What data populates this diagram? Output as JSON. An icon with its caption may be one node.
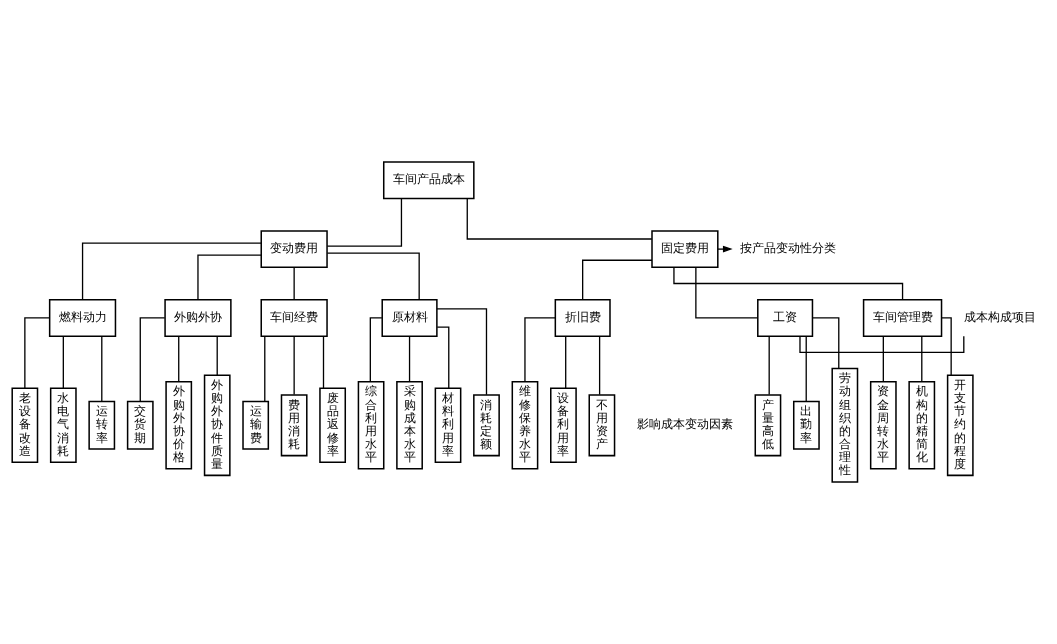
{
  "diagram": {
    "nodes": [
      {
        "text": [
          "车间产品成本"
        ]
      },
      {
        "text": [
          "按产品变动性分类"
        ]
      },
      {
        "text": [
          "固定费用"
        ]
      },
      {
        "text": [
          "变动费用"
        ]
      },
      {
        "text": [
          "成本构成项目"
        ]
      },
      {
        "text": [
          "工资"
        ]
      },
      {
        "text": [
          "车间管理费"
        ]
      },
      {
        "text": [
          "折旧费"
        ]
      },
      {
        "text": [
          "原材料"
        ]
      },
      {
        "text": [
          "燃料动力"
        ]
      },
      {
        "text": [
          "外购外协"
        ]
      },
      {
        "text": [
          "车间经费"
        ]
      },
      {
        "text": [
          "产量高低"
        ]
      },
      {
        "text": [
          "劳动组织的合理性"
        ]
      },
      {
        "text": [
          "出勤率"
        ]
      },
      {
        "text": [
          "机构的精简化"
        ]
      },
      {
        "text": [
          "开支节约的程度"
        ]
      },
      {
        "text": [
          "资金周转水平"
        ]
      },
      {
        "text": [
          "维修保养水平"
        ]
      },
      {
        "text": [
          "设备利用率"
        ]
      },
      {
        "text": [
          "不用资产"
        ]
      },
      {
        "text": [
          "采购成本水平"
        ]
      },
      {
        "text": [
          "材料利用率"
        ]
      },
      {
        "text": [
          "消耗定额"
        ]
      },
      {
        "text": [
          "综合利用水平"
        ]
      },
      {
        "text": [
          "水电气消耗"
        ]
      },
      {
        "text": [
          "运转率"
        ]
      },
      {
        "text": [
          "老设备改造"
        ]
      },
      {
        "text": [
          "外购外协价格"
        ]
      },
      {
        "text": [
          "外购外协件质量"
        ]
      },
      {
        "text": [
          "交货期"
        ]
      },
      {
        "text": [
          "费用消耗"
        ]
      },
      {
        "text": [
          "废品返修率"
        ]
      },
      {
        "text": [
          "运输费"
        ]
      }
    ],
    "edges": [
      {
        "from": 0,
        "to": 2,
        "arrow": "none"
      },
      {
        "from": 0,
        "to": 3,
        "arrow": "none"
      },
      {
        "from": 2,
        "to": 1,
        "arrow": "to"
      },
      {
        "from": 2,
        "to": 5,
        "arrow": "none"
      },
      {
        "from": 2,
        "to": 6,
        "arrow": "none"
      },
      {
        "from": 2,
        "to": 7,
        "arrow": "none"
      },
      {
        "from": 3,
        "to": 8,
        "arrow": "none"
      },
      {
        "from": 3,
        "to": 9,
        "arrow": "none"
      },
      {
        "from": 3,
        "to": 10,
        "arrow": "none"
      },
      {
        "from": 3,
        "to": 11,
        "arrow": "none"
      },
      {
        "from": 4,
        "to": 5,
        "arrow": "none"
      },
      {
        "from": 5,
        "to": 12,
        "arrow": "none"
      },
      {
        "from": 5,
        "to": 13,
        "arrow": "none"
      },
      {
        "from": 5,
        "to": 14,
        "arrow": "none"
      },
      {
        "from": 6,
        "to": 15,
        "arrow": "none"
      },
      {
        "from": 6,
        "to": 16,
        "arrow": "none"
      },
      {
        "from": 6,
        "to": 17,
        "arrow": "none"
      },
      {
        "from": 7,
        "to": 18,
        "arrow": "none"
      },
      {
        "from": 7,
        "to": 19,
        "arrow": "none"
      },
      {
        "from": 7,
        "to": 20,
        "arrow": "none"
      },
      {
        "from": 8,
        "to": 21,
        "arrow": "none"
      },
      {
        "from": 8,
        "to": 22,
        "arrow": "none"
      },
      {
        "from": 8,
        "to": 23,
        "arrow": "none"
      },
      {
        "from": 8,
        "to": 24,
        "arrow": "none"
      },
      {
        "from": 9,
        "to": 25,
        "arrow": "none"
      },
      {
        "from": 9,
        "to": 26,
        "arrow": "none"
      },
      {
        "from": 9,
        "to": 27,
        "arrow": "none"
      },
      {
        "from": 10,
        "to": 28,
        "arrow": "none"
      },
      {
        "from": 10,
        "to": 29,
        "arrow": "none"
      },
      {
        "from": 10,
        "to": 30,
        "arrow": "none"
      },
      {
        "from": 11,
        "to": 31,
        "arrow": "none"
      },
      {
        "from": 11,
        "to": 32,
        "arrow": "none"
      },
      {
        "from": 11,
        "to": 33,
        "arrow": "none"
      }
    ],
    "labels": [
      "影响成本变动因素"
    ]
  }
}
